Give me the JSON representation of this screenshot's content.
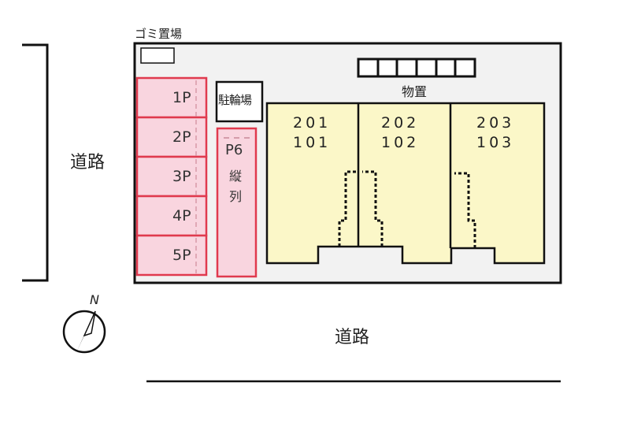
{
  "garbage_label": "ゴミ置場",
  "road_west": "道路",
  "road_south": "道路",
  "storage_label": "物置",
  "bicycle_label": "駐輪場",
  "compass_north": "N",
  "parking": [
    {
      "label": "1P"
    },
    {
      "label": "2P"
    },
    {
      "label": "3P"
    },
    {
      "label": "4P"
    },
    {
      "label": "5P"
    }
  ],
  "parking_p6": {
    "label": "P6",
    "note_1": "縦",
    "note_2": "列"
  },
  "units": [
    {
      "upper": "201",
      "lower": "101"
    },
    {
      "upper": "202",
      "lower": "102"
    },
    {
      "upper": "203",
      "lower": "103"
    }
  ],
  "colors": {
    "lot_fill": "#f2f2f2",
    "parking_fill": "#f9d5df",
    "parking_border": "#e03a4e",
    "building_fill": "#fbf7c8"
  }
}
